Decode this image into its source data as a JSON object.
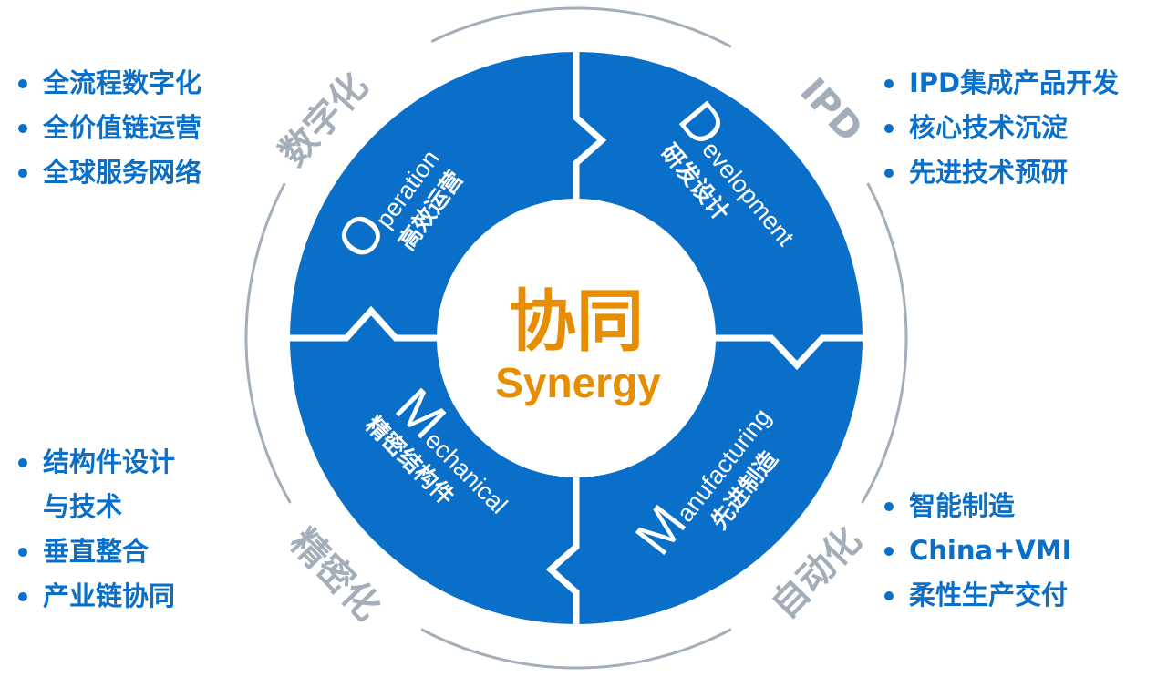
{
  "center": {
    "title_cn": "协同",
    "title_en": "Synergy"
  },
  "ring_labels": {
    "top_left": "数字化",
    "top_right": "IPD",
    "bottom_left": "精密化",
    "bottom_right": "自动化"
  },
  "quadrants": {
    "operation": {
      "initial": "O",
      "rest": "peration",
      "cn": "高效运营"
    },
    "development": {
      "initial": "D",
      "rest": "evelopment",
      "cn": "研发设计"
    },
    "mechanical": {
      "initial": "M",
      "rest": "echanical",
      "cn": "精密结构件"
    },
    "manufacturing": {
      "initial": "M",
      "rest": "anufacturing",
      "cn": "先进制造"
    }
  },
  "lists": {
    "top_left": [
      "全流程数字化",
      "全价值链运营",
      "全球服务网络"
    ],
    "bottom_left": [
      "结构件设计",
      "与技术",
      "垂直整合",
      "产业链协同"
    ],
    "top_right": [
      "IPD集成产品开发",
      "核心技术沉淀",
      "先进技术预研"
    ],
    "bottom_right": [
      "智能制造",
      "China+VMI",
      "柔性生产交付"
    ]
  },
  "colors": {
    "blue": "#0a6fc8",
    "orange": "#e68e00",
    "grey": "#a3aeb9"
  }
}
